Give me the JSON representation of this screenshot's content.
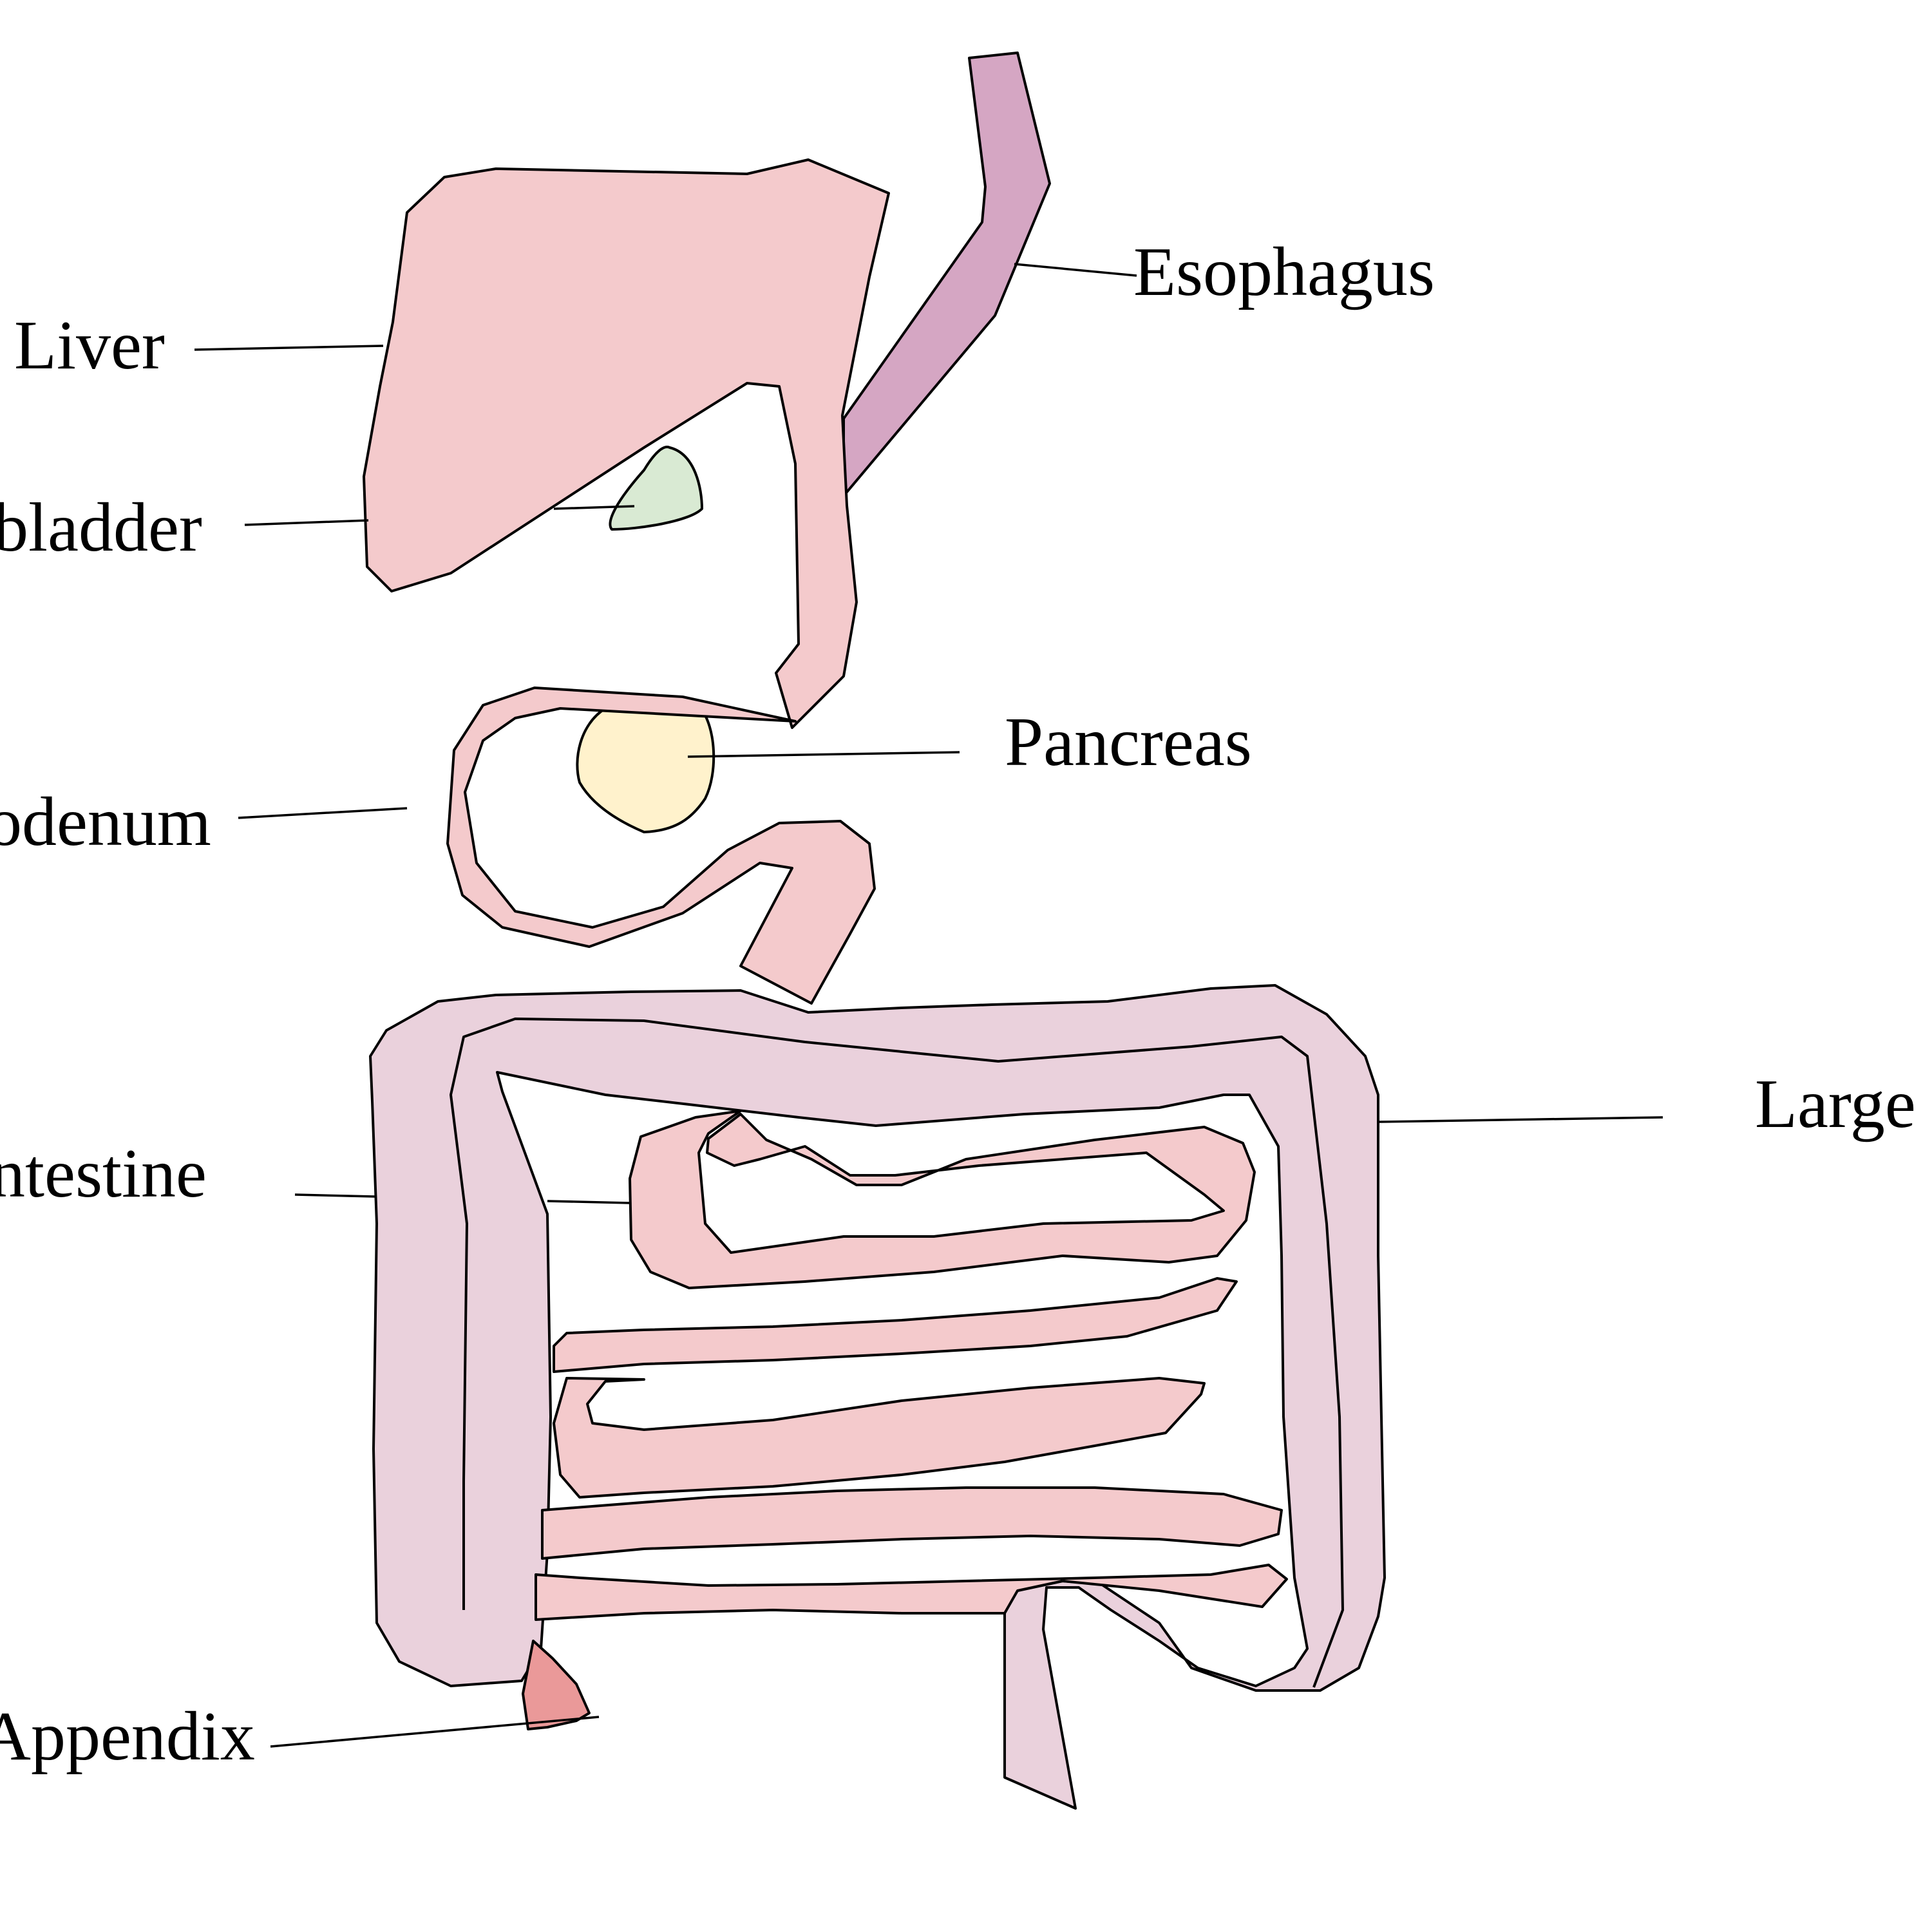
{
  "labels": {
    "esophagus": "Esophagus",
    "liver": "Liver",
    "gallbladder": "bladder",
    "pancreas": "Pancreas",
    "duodenum": "odenum",
    "small_intestine": "ntestine",
    "large_intestine": "Large",
    "appendix": "Appendix"
  },
  "colors": {
    "liver_stomach": "#f4cacc",
    "esophagus": "#d5a6c3",
    "gallbladder": "#d9ead3",
    "pancreas": "#fff2cc",
    "small_intestine": "#f4cacc",
    "large_intestine": "#ead1dc",
    "appendix": "#ea9999"
  }
}
